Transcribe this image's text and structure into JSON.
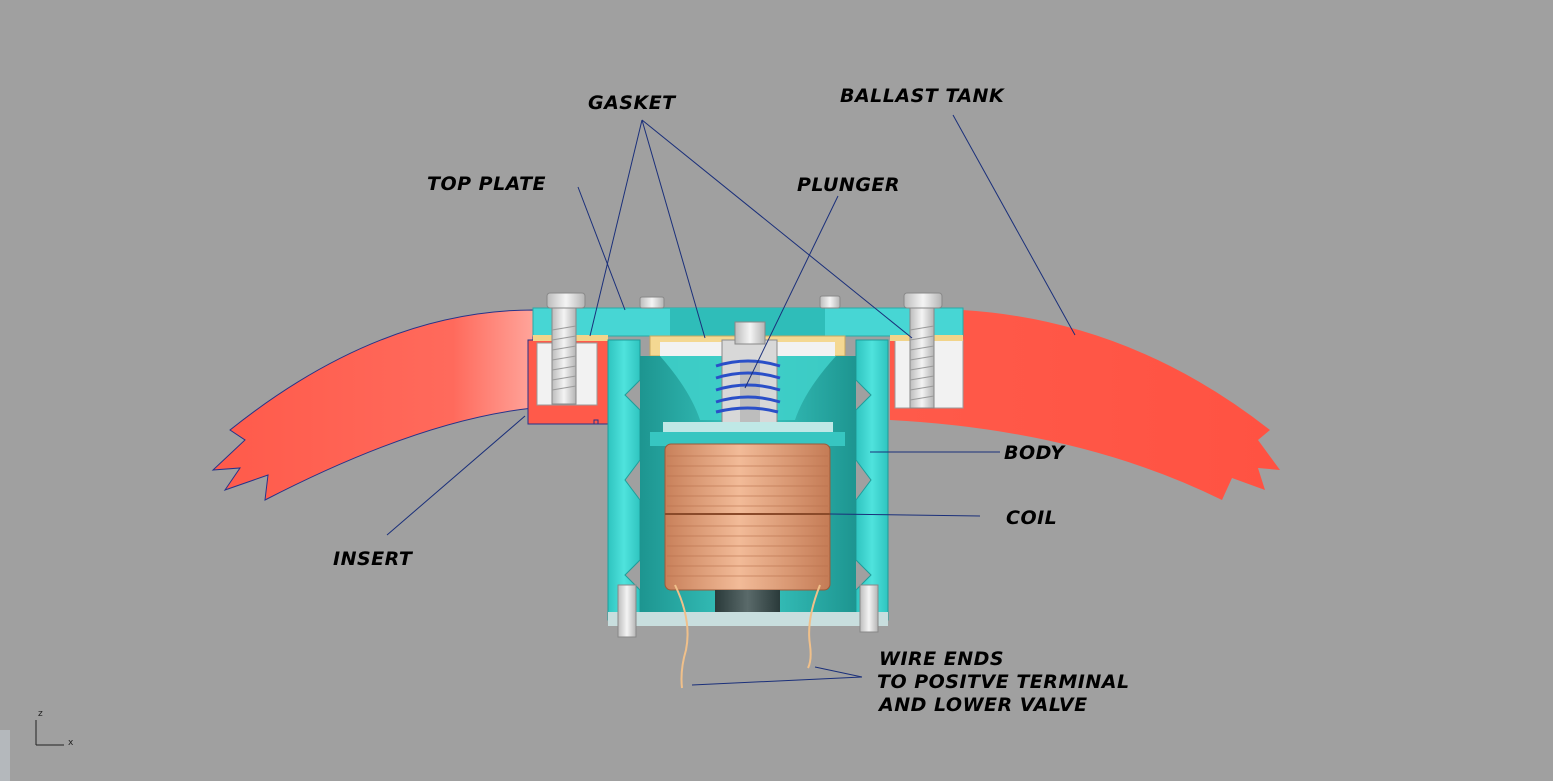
{
  "labels": {
    "gasket": "GASKET",
    "ballast_tank": "BALLAST TANK",
    "top_plate": "TOP PLATE",
    "plunger": "PLUNGER",
    "body": "BODY",
    "coil": "COIL",
    "insert": "INSERT",
    "wire_ends_1": "WIRE ENDS",
    "wire_ends_2": "TO POSITVE TERMINAL",
    "wire_ends_3": "AND LOWER VALVE"
  },
  "axes": {
    "z": "z",
    "x": "x"
  },
  "colors": {
    "background": "#a0a0a0",
    "tank": "#ff5a4a",
    "body": "#3fd6d0",
    "body_dark": "#1fa7a3",
    "coil": "#e0a07a",
    "gasket": "#f2d48a",
    "bolt": "#e6e6e6",
    "leader": "#1a2f7a",
    "spring": "#2a4fc8"
  }
}
